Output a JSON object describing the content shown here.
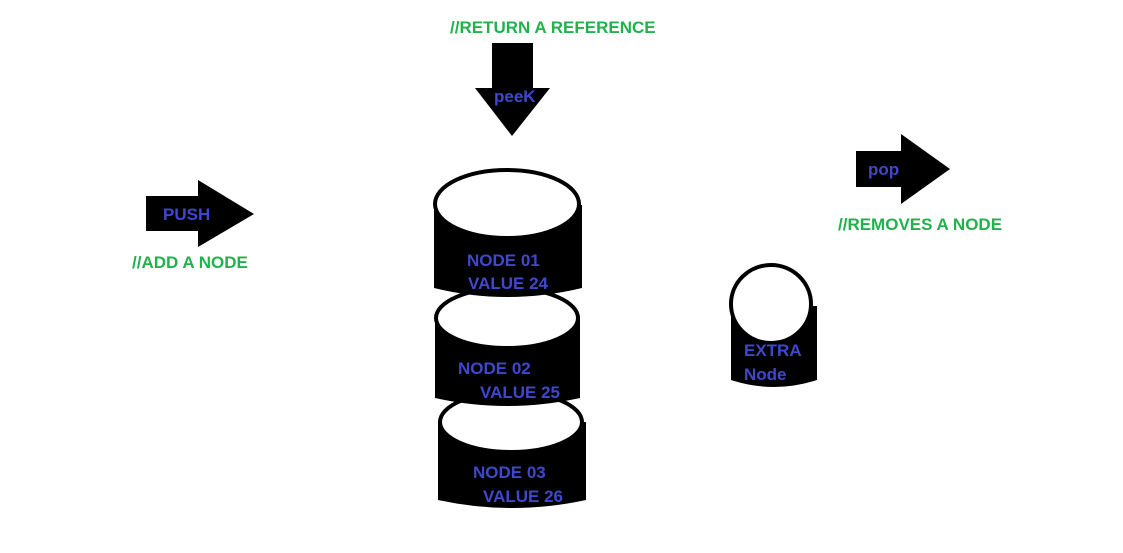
{
  "operations": {
    "push": {
      "label": "PUSH",
      "comment": "//ADD A NODE"
    },
    "peek": {
      "label": "peeK",
      "comment": "//RETURN A REFERENCE"
    },
    "pop": {
      "label": "pop",
      "comment": "//REMOVES A NODE"
    }
  },
  "stack": {
    "nodes": [
      {
        "name": "NODE 01",
        "value": "VALUE 24"
      },
      {
        "name": "NODE 02",
        "value": "VALUE 25"
      },
      {
        "name": "NODE 03",
        "value": "VALUE 26"
      }
    ]
  },
  "extra_node": {
    "line1": "EXTRA",
    "line2": "Node"
  },
  "colors": {
    "comment": "#22b14c",
    "label": "#3f48cc",
    "shape": "#000000"
  }
}
